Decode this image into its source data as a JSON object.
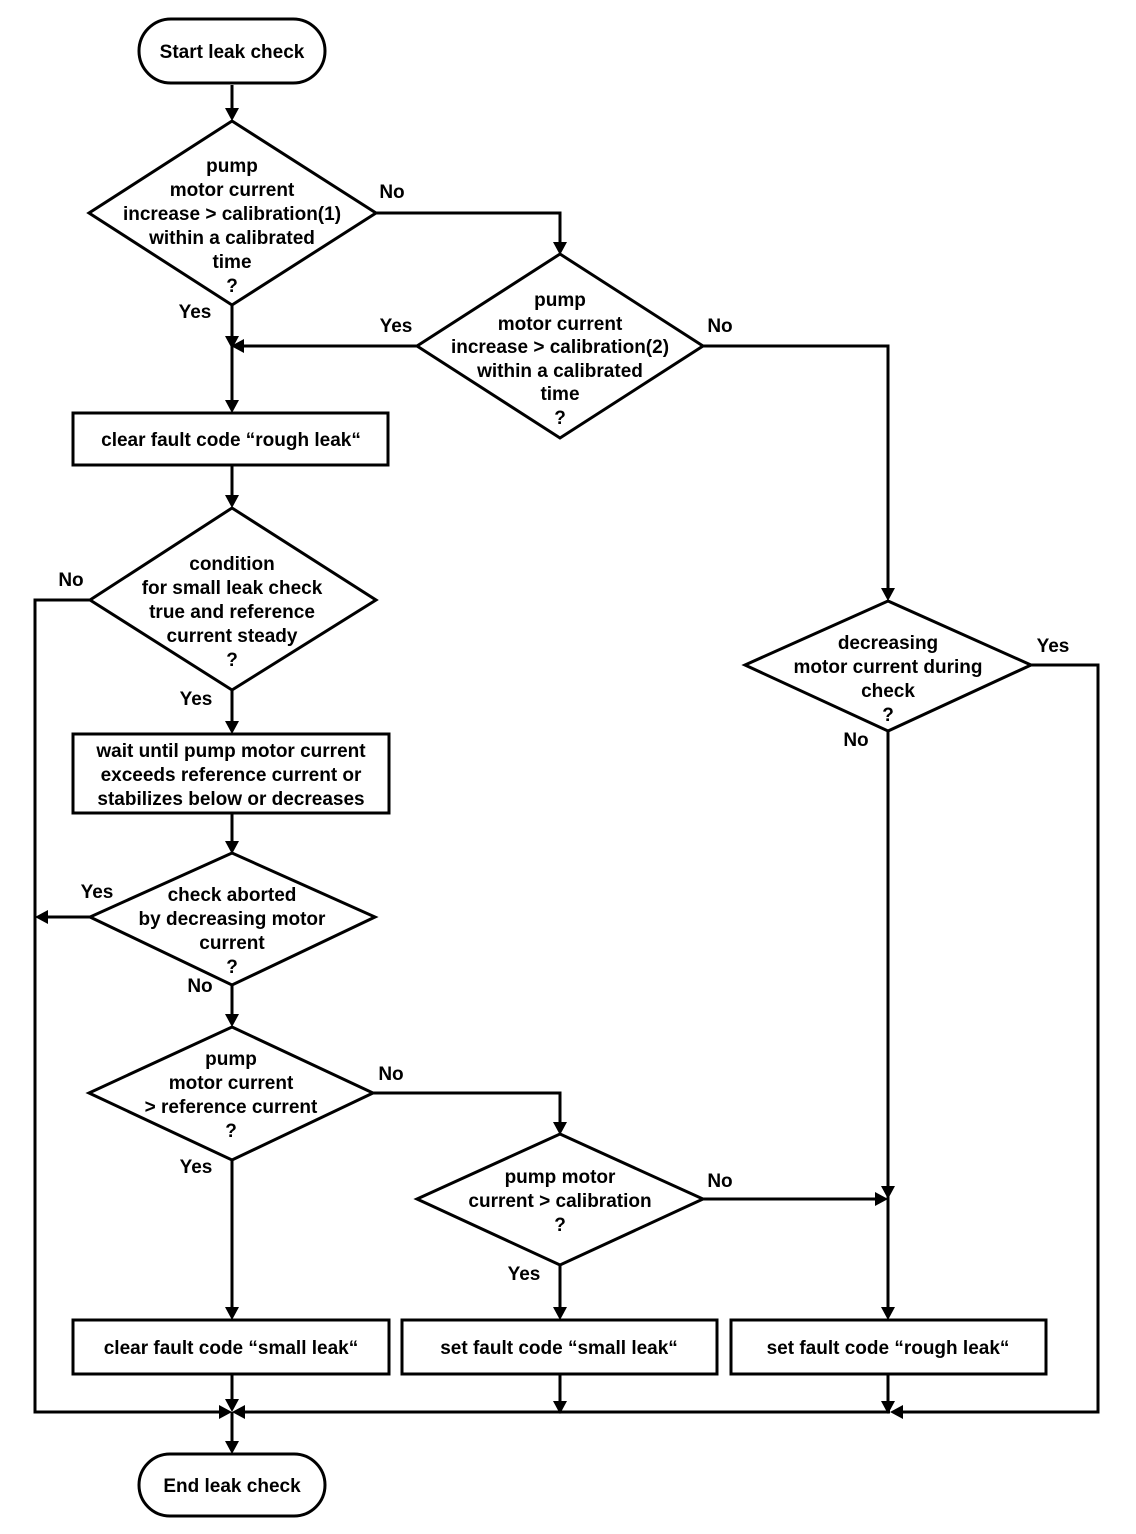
{
  "start": "Start leak check",
  "end": "End leak check",
  "d1": [
    "pump",
    "motor current",
    "increase > calibration(1)",
    "within a calibrated",
    "time",
    "?"
  ],
  "d2": [
    "pump",
    "motor current",
    "increase > calibration(2)",
    "within a calibrated",
    "time",
    "?"
  ],
  "d3": [
    "condition",
    "for small leak check",
    "true and reference",
    "current steady",
    "?"
  ],
  "d4": [
    "check aborted",
    "by decreasing motor",
    "current",
    "?"
  ],
  "d5": [
    "pump",
    "motor current",
    "> reference current",
    "?"
  ],
  "d6": [
    "pump motor",
    "current > calibration",
    "?"
  ],
  "d7": [
    "decreasing",
    "motor current during",
    "check",
    "?"
  ],
  "box1": "clear fault code “rough leak“",
  "box2": [
    "wait until pump motor current",
    "exceeds reference current or",
    "stabilizes below or decreases"
  ],
  "box3": "clear fault code “small leak“",
  "box4": "set fault code “small leak“",
  "box5": "set fault code “rough leak“",
  "labels": {
    "d1_no": "No",
    "d1_yes": "Yes",
    "d2_yes": "Yes",
    "d2_no": "No",
    "d3_no": "No",
    "d3_yes": "Yes",
    "d4_yes": "Yes",
    "d4_no": "No",
    "d5_no": "No",
    "d5_yes": "Yes",
    "d6_no": "No",
    "d6_yes": "Yes",
    "d7_yes": "Yes",
    "d7_no": "No"
  }
}
